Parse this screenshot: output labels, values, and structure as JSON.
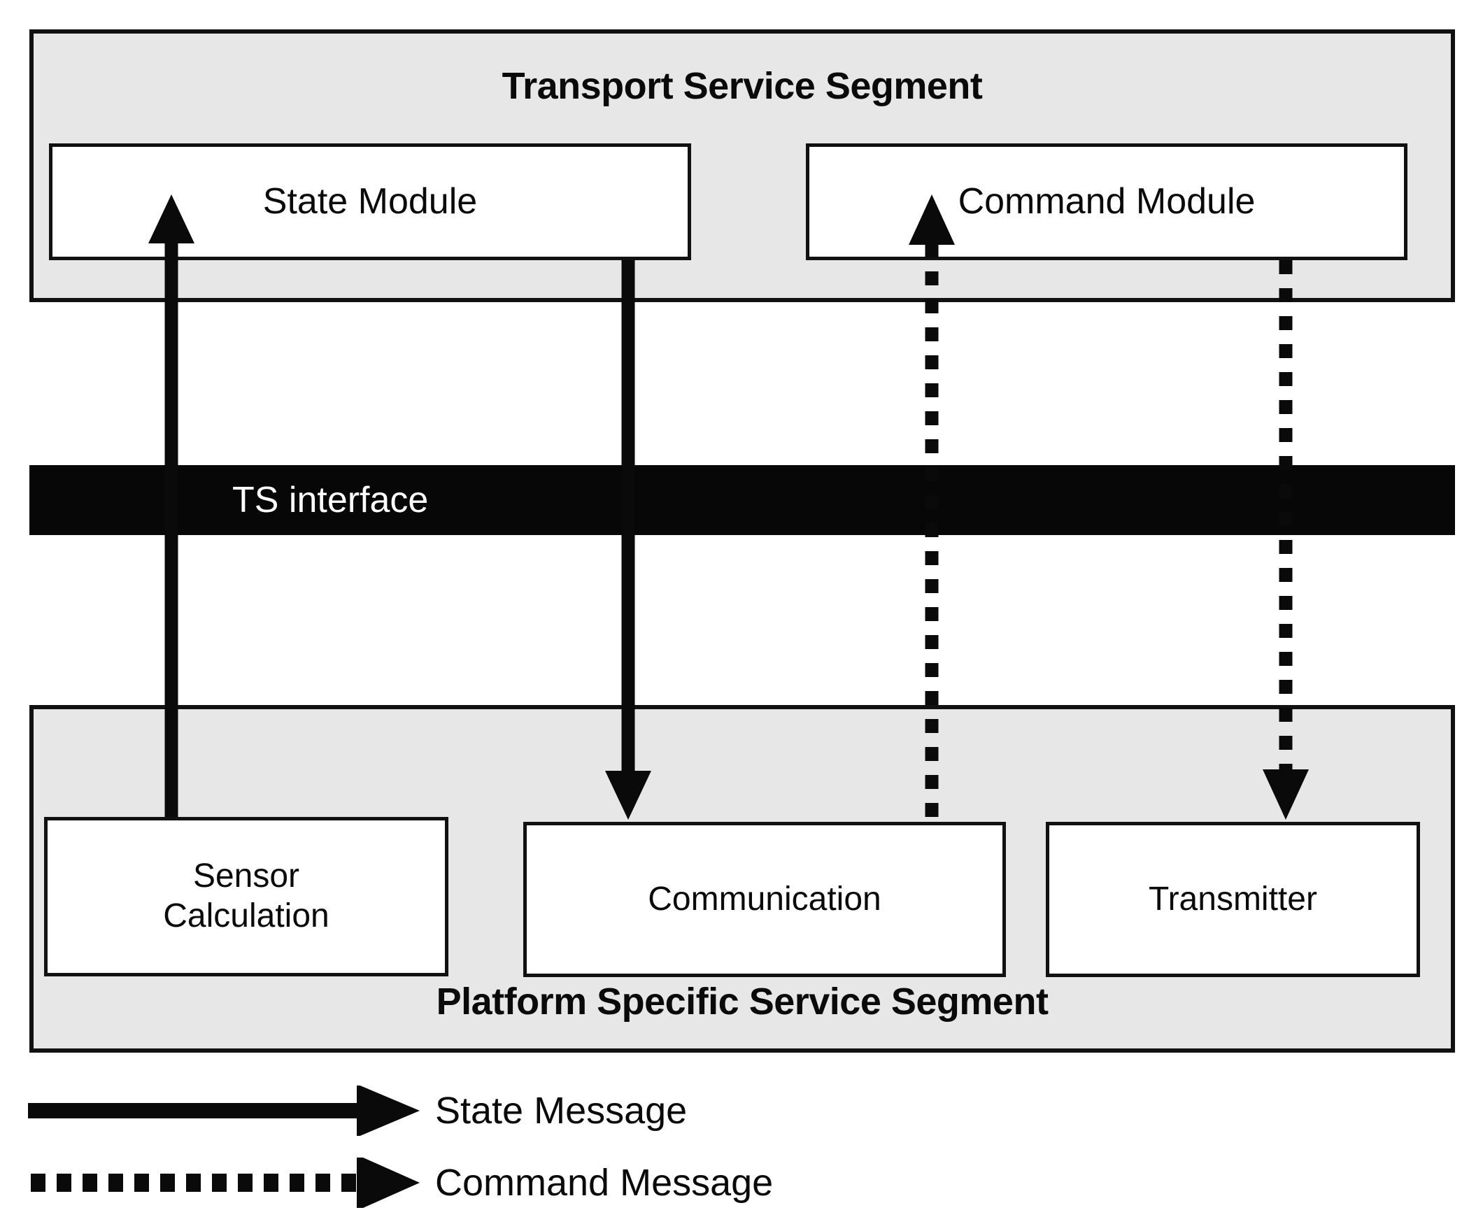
{
  "diagram": {
    "title": "Transport Service / Platform Specific Service Segment architecture",
    "colors": {
      "segment_fill": "#e7e7e7",
      "box_fill": "#ffffff",
      "stroke": "#111111",
      "interface_bar_fill": "#070707",
      "interface_bar_text": "#ffffff"
    },
    "top_segment": {
      "title": "Transport Service Segment",
      "modules": [
        {
          "id": "state-module",
          "label": "State Module"
        },
        {
          "id": "command-module",
          "label": "Command Module"
        }
      ]
    },
    "interface_bar": {
      "label": "TS interface"
    },
    "bottom_segment": {
      "title": "Platform Specific Service Segment",
      "modules": [
        {
          "id": "sensor-calculation",
          "label_line1": "Sensor",
          "label_line2": "Calculation"
        },
        {
          "id": "communication",
          "label": "Communication"
        },
        {
          "id": "transmitter",
          "label": "Transmitter"
        }
      ]
    },
    "connections": [
      {
        "from": "sensor-calculation",
        "to": "state-module",
        "style": "solid",
        "direction": "up",
        "kind": "State Message"
      },
      {
        "from": "state-module",
        "to": "communication",
        "style": "solid",
        "direction": "down",
        "kind": "State Message"
      },
      {
        "from": "communication",
        "to": "command-module",
        "style": "dotted",
        "direction": "up",
        "kind": "Command Message"
      },
      {
        "from": "command-module",
        "to": "transmitter",
        "style": "dotted",
        "direction": "down",
        "kind": "Command Message"
      }
    ],
    "legend": {
      "items": [
        {
          "id": "state-message",
          "label": "State Message",
          "style": "solid"
        },
        {
          "id": "command-message",
          "label": "Command Message",
          "style": "dotted"
        }
      ]
    }
  }
}
